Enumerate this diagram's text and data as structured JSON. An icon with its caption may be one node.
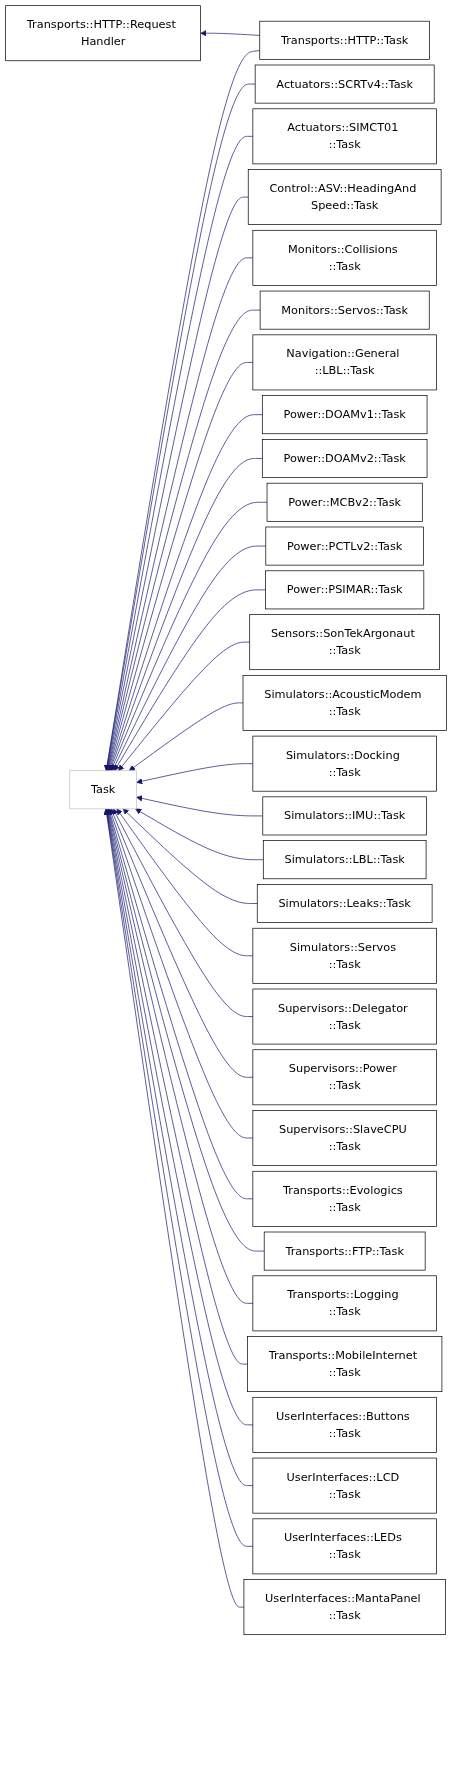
{
  "diagram": {
    "nodes": [
      {
        "text": [
          "Transports::HTTP::Request Handler"
        ]
      },
      {
        "text": [
          "Task"
        ]
      },
      {
        "text": [
          "Transports::HTTP::Task"
        ]
      },
      {
        "text": [
          "Actuators::SCRTv4::Task"
        ]
      },
      {
        "text": [
          "Actuators::SIMCT01 ::Task"
        ]
      },
      {
        "text": [
          "Control::ASV::HeadingAnd Speed::Task"
        ]
      },
      {
        "text": [
          "Monitors::Collisions ::Task"
        ]
      },
      {
        "text": [
          "Monitors::Servos::Task"
        ]
      },
      {
        "text": [
          "Navigation::General ::LBL::Task"
        ]
      },
      {
        "text": [
          "Power::DOAMv1::Task"
        ]
      },
      {
        "text": [
          "Power::DOAMv2::Task"
        ]
      },
      {
        "text": [
          "Power::MCBv2::Task"
        ]
      },
      {
        "text": [
          "Power::PCTLv2::Task"
        ]
      },
      {
        "text": [
          "Power::PSIMAR::Task"
        ]
      },
      {
        "text": [
          "Sensors::SonTekArgonaut ::Task"
        ]
      },
      {
        "text": [
          "Simulators::AcousticModem ::Task"
        ]
      },
      {
        "text": [
          "Simulators::Docking ::Task"
        ]
      },
      {
        "text": [
          "Simulators::IMU::Task"
        ]
      },
      {
        "text": [
          "Simulators::LBL::Task"
        ]
      },
      {
        "text": [
          "Simulators::Leaks::Task"
        ]
      },
      {
        "text": [
          "Simulators::Servos ::Task"
        ]
      },
      {
        "text": [
          "Supervisors::Delegator ::Task"
        ]
      },
      {
        "text": [
          "Supervisors::Power ::Task"
        ]
      },
      {
        "text": [
          "Supervisors::SlaveCPU ::Task"
        ]
      },
      {
        "text": [
          "Transports::Evologics ::Task"
        ]
      },
      {
        "text": [
          "Transports::FTP::Task"
        ]
      },
      {
        "text": [
          "Transports::Logging ::Task"
        ]
      },
      {
        "text": [
          "Transports::MobileInternet ::Task"
        ]
      },
      {
        "text": [
          "UserInterfaces::Buttons ::Task"
        ]
      },
      {
        "text": [
          "UserInterfaces::LCD ::Task"
        ]
      },
      {
        "text": [
          "UserInterfaces::LEDs ::Task"
        ]
      },
      {
        "text": [
          "UserInterfaces::MantaPanel ::Task"
        ]
      }
    ],
    "edges": [
      {
        "from": 2,
        "to": 0,
        "arrow": "to"
      },
      {
        "from": 2,
        "to": 1,
        "arrow": "to"
      },
      {
        "from": 3,
        "to": 1,
        "arrow": "to"
      },
      {
        "from": 4,
        "to": 1,
        "arrow": "to"
      },
      {
        "from": 5,
        "to": 1,
        "arrow": "to"
      },
      {
        "from": 6,
        "to": 1,
        "arrow": "to"
      },
      {
        "from": 7,
        "to": 1,
        "arrow": "to"
      },
      {
        "from": 8,
        "to": 1,
        "arrow": "to"
      },
      {
        "from": 9,
        "to": 1,
        "arrow": "to"
      },
      {
        "from": 10,
        "to": 1,
        "arrow": "to"
      },
      {
        "from": 11,
        "to": 1,
        "arrow": "to"
      },
      {
        "from": 12,
        "to": 1,
        "arrow": "to"
      },
      {
        "from": 13,
        "to": 1,
        "arrow": "to"
      },
      {
        "from": 14,
        "to": 1,
        "arrow": "to"
      },
      {
        "from": 15,
        "to": 1,
        "arrow": "to"
      },
      {
        "from": 16,
        "to": 1,
        "arrow": "to"
      },
      {
        "from": 17,
        "to": 1,
        "arrow": "to"
      },
      {
        "from": 18,
        "to": 1,
        "arrow": "to"
      },
      {
        "from": 19,
        "to": 1,
        "arrow": "to"
      },
      {
        "from": 20,
        "to": 1,
        "arrow": "to"
      },
      {
        "from": 21,
        "to": 1,
        "arrow": "to"
      },
      {
        "from": 22,
        "to": 1,
        "arrow": "to"
      },
      {
        "from": 23,
        "to": 1,
        "arrow": "to"
      },
      {
        "from": 24,
        "to": 1,
        "arrow": "to"
      },
      {
        "from": 25,
        "to": 1,
        "arrow": "to"
      },
      {
        "from": 26,
        "to": 1,
        "arrow": "to"
      },
      {
        "from": 27,
        "to": 1,
        "arrow": "to"
      },
      {
        "from": 28,
        "to": 1,
        "arrow": "to"
      },
      {
        "from": 29,
        "to": 1,
        "arrow": "to"
      },
      {
        "from": 30,
        "to": 1,
        "arrow": "to"
      },
      {
        "from": 31,
        "to": 1,
        "arrow": "to"
      }
    ]
  }
}
